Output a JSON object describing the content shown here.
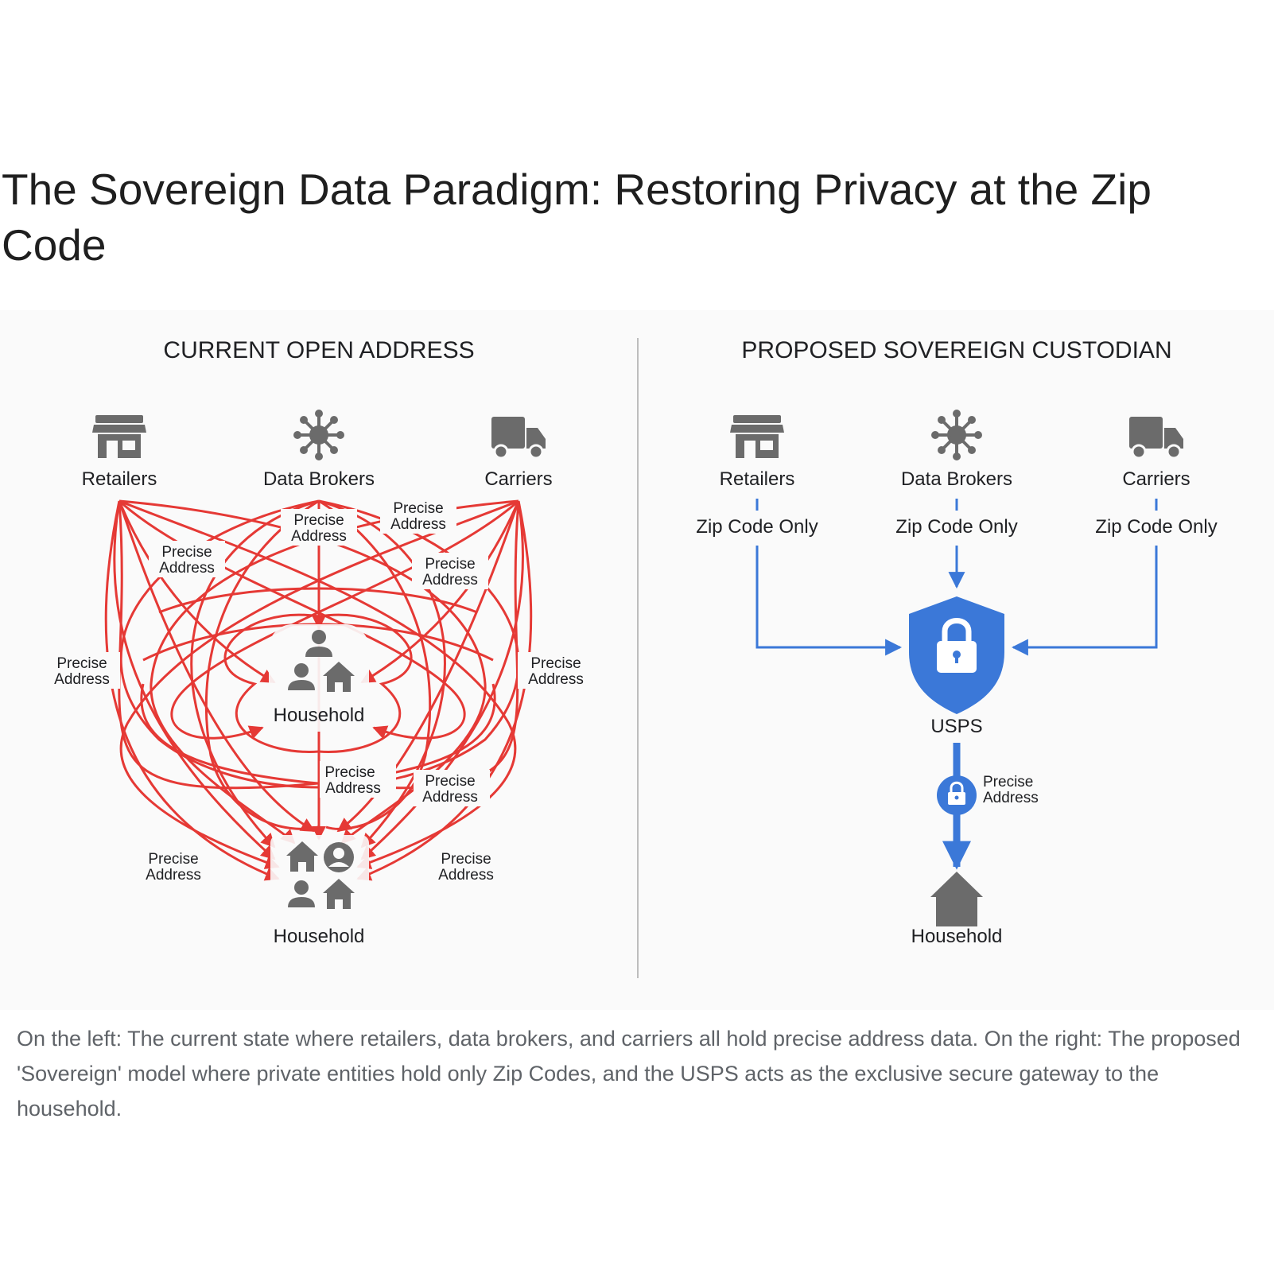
{
  "title": "The Sovereign Data Paradigm: Restoring Privacy at the Zip Code",
  "diagram": {
    "left_panel": {
      "title": "CURRENT OPEN ADDRESS",
      "sources": [
        {
          "label": "Retailers",
          "icon": "storefront-icon"
        },
        {
          "label": "Data Brokers",
          "icon": "network-hub-icon"
        },
        {
          "label": "Carriers",
          "icon": "truck-icon"
        }
      ],
      "households": [
        {
          "label": "Household",
          "icon": "person-home-icon"
        },
        {
          "label": "Household",
          "icon": "person-home-cluster-icon"
        }
      ],
      "edge_label": "Precise\nAddress",
      "edge_label_line1": "Precise",
      "edge_label_line2": "Address",
      "edge_color": "#e53935"
    },
    "right_panel": {
      "title": "PROPOSED SOVEREIGN CUSTODIAN",
      "sources": [
        {
          "label": "Retailers",
          "icon": "storefront-icon",
          "flow_label": "Zip Code Only"
        },
        {
          "label": "Data Brokers",
          "icon": "network-hub-icon",
          "flow_label": "Zip Code Only"
        },
        {
          "label": "Carriers",
          "icon": "truck-icon",
          "flow_label": "Zip Code Only"
        }
      ],
      "custodian": {
        "label": "USPS",
        "icon": "shield-lock-icon"
      },
      "gateway_label_line1": "Precise",
      "gateway_label_line2": "Address",
      "gateway_icon": "lock-icon",
      "household": {
        "label": "Household",
        "icon": "house-icon"
      },
      "edge_color": "#3b78d8"
    }
  },
  "caption": "On the left: The current state where retailers, data brokers, and carriers all hold precise address data. On the right: The proposed 'Sovereign' model where private entities hold only Zip Codes, and the USPS acts as the exclusive secure gateway to the household."
}
